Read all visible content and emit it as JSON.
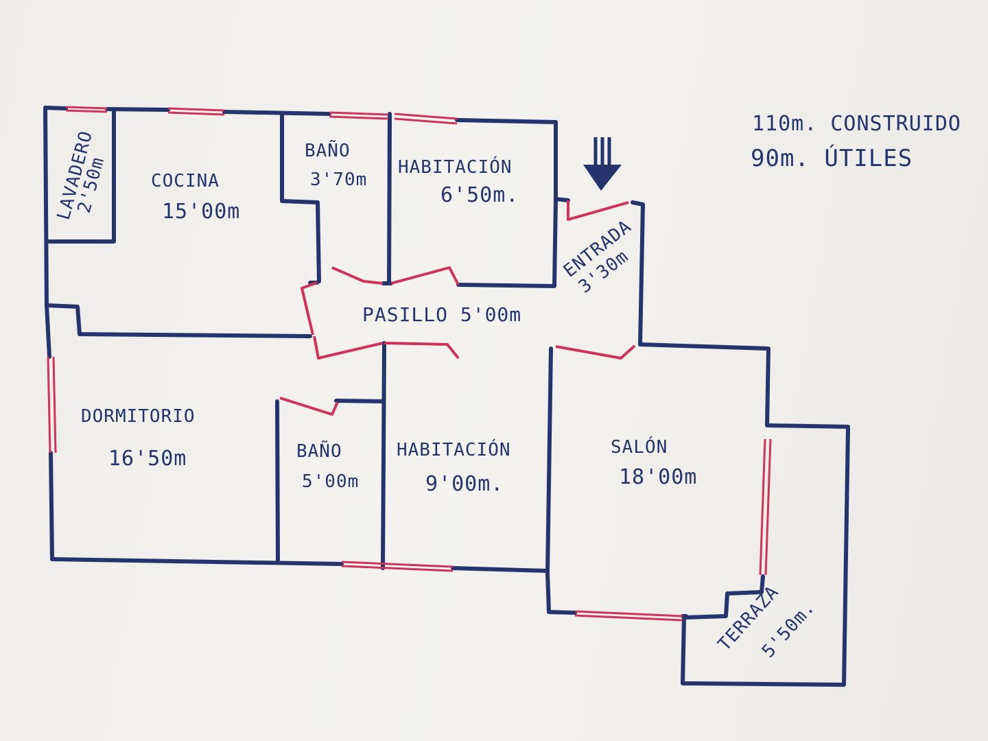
{
  "rooms": {
    "lavadero": {
      "name": "LAVADERO",
      "area": "2'50m"
    },
    "cocina": {
      "name": "COCINA",
      "area": "15'00m"
    },
    "bano1": {
      "name": "BAÑO",
      "area": "3'70m"
    },
    "habitacion1": {
      "name": "HABITACIÓN",
      "area": "6'50m."
    },
    "entrada": {
      "name": "ENTRADA",
      "area": "3'30m"
    },
    "pasillo": {
      "label": "PASILLO 5'00m"
    },
    "dormitorio": {
      "name": "DORMITORIO",
      "area": "16'50m"
    },
    "bano2": {
      "name": "BAÑO",
      "area": "5'00m"
    },
    "habitacion2": {
      "name": "HABITACIÓN",
      "area": "9'00m."
    },
    "salon": {
      "name": "SALÓN",
      "area": "18'00m"
    },
    "terraza": {
      "name": "TERRAZA",
      "area": "5'50m."
    }
  },
  "totals": {
    "construido": "110m. CONSTRUIDO",
    "utiles": "90m. ÚTILES"
  },
  "colors": {
    "wall": "#26346e",
    "window": "#d0325a",
    "paper": "#f1efec"
  },
  "icons": {
    "entry": "arrow-down-icon"
  }
}
